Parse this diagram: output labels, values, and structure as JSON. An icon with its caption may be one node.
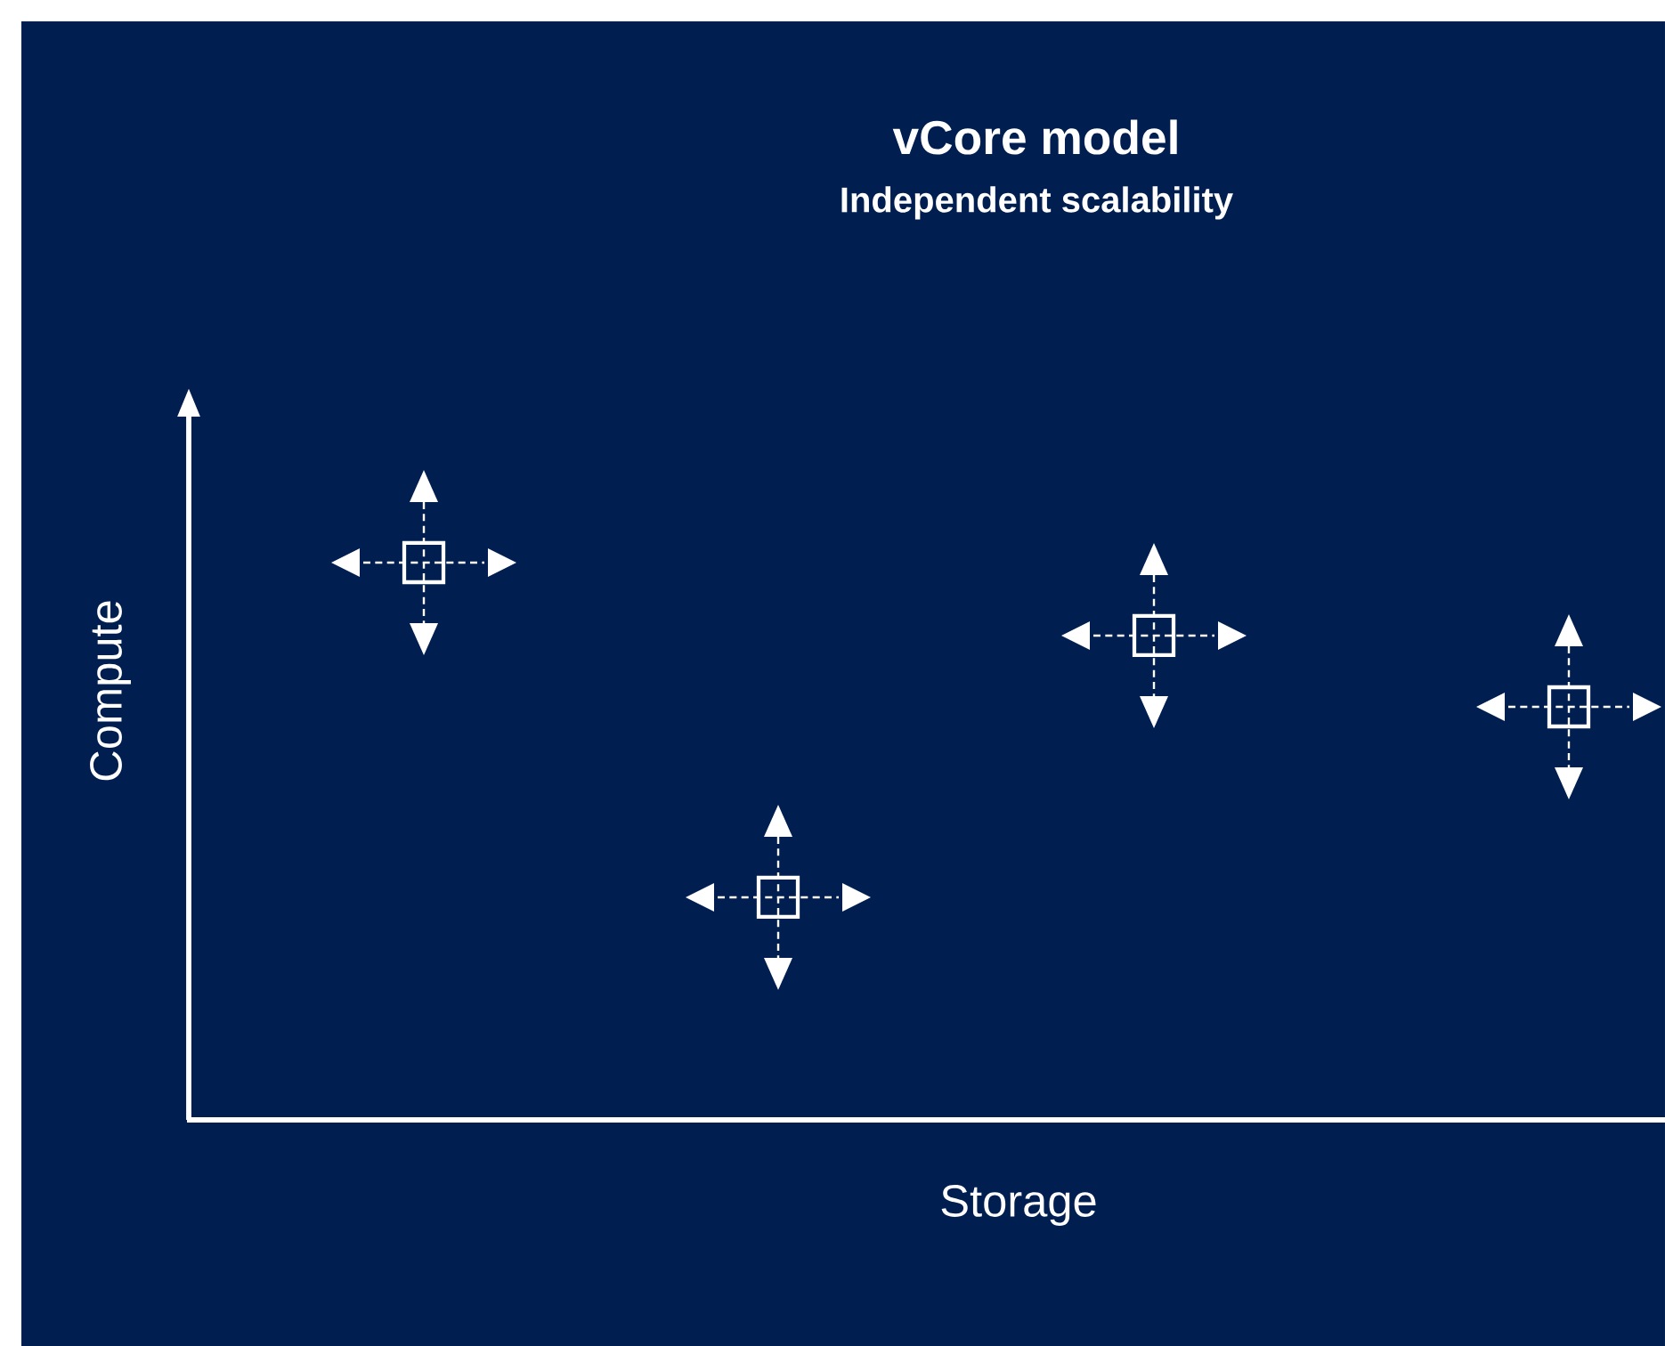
{
  "diagram": {
    "title": "vCore model",
    "labels": [
      "Independent scalability",
      "Compute",
      "Storage"
    ]
  }
}
